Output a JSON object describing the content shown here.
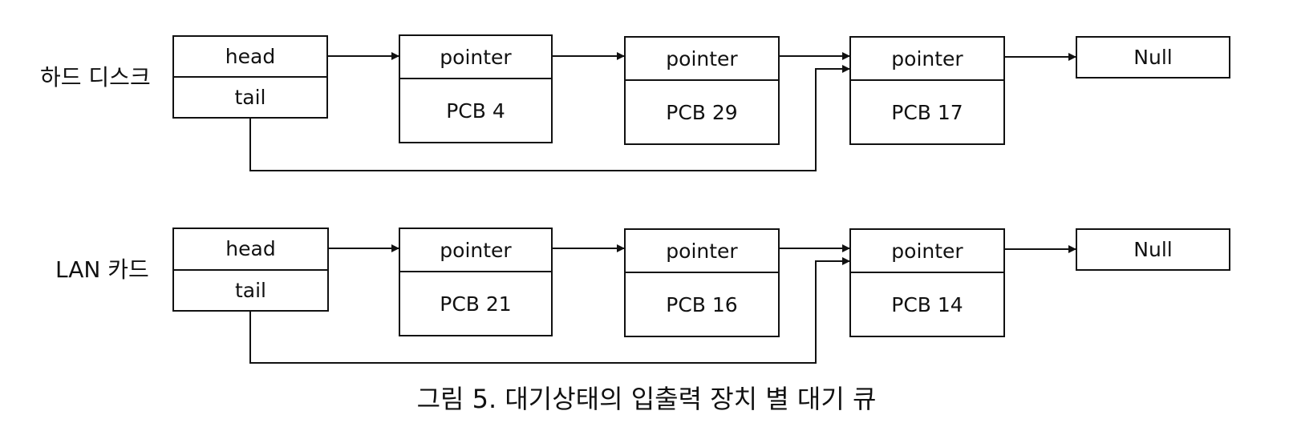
{
  "queues": [
    {
      "device": "하드 디스크",
      "header": {
        "head": "head",
        "tail": "tail"
      },
      "nodes": [
        {
          "pointer": "pointer",
          "pcb": "PCB 4"
        },
        {
          "pointer": "pointer",
          "pcb": "PCB 29"
        },
        {
          "pointer": "pointer",
          "pcb": "PCB 17"
        }
      ],
      "terminator": "Null"
    },
    {
      "device": "LAN 카드",
      "header": {
        "head": "head",
        "tail": "tail"
      },
      "nodes": [
        {
          "pointer": "pointer",
          "pcb": "PCB 21"
        },
        {
          "pointer": "pointer",
          "pcb": "PCB 16"
        },
        {
          "pointer": "pointer",
          "pcb": "PCB 14"
        }
      ],
      "terminator": "Null"
    }
  ],
  "caption": "그림 5. 대기상태의 입출력 장치 별 대기 큐"
}
